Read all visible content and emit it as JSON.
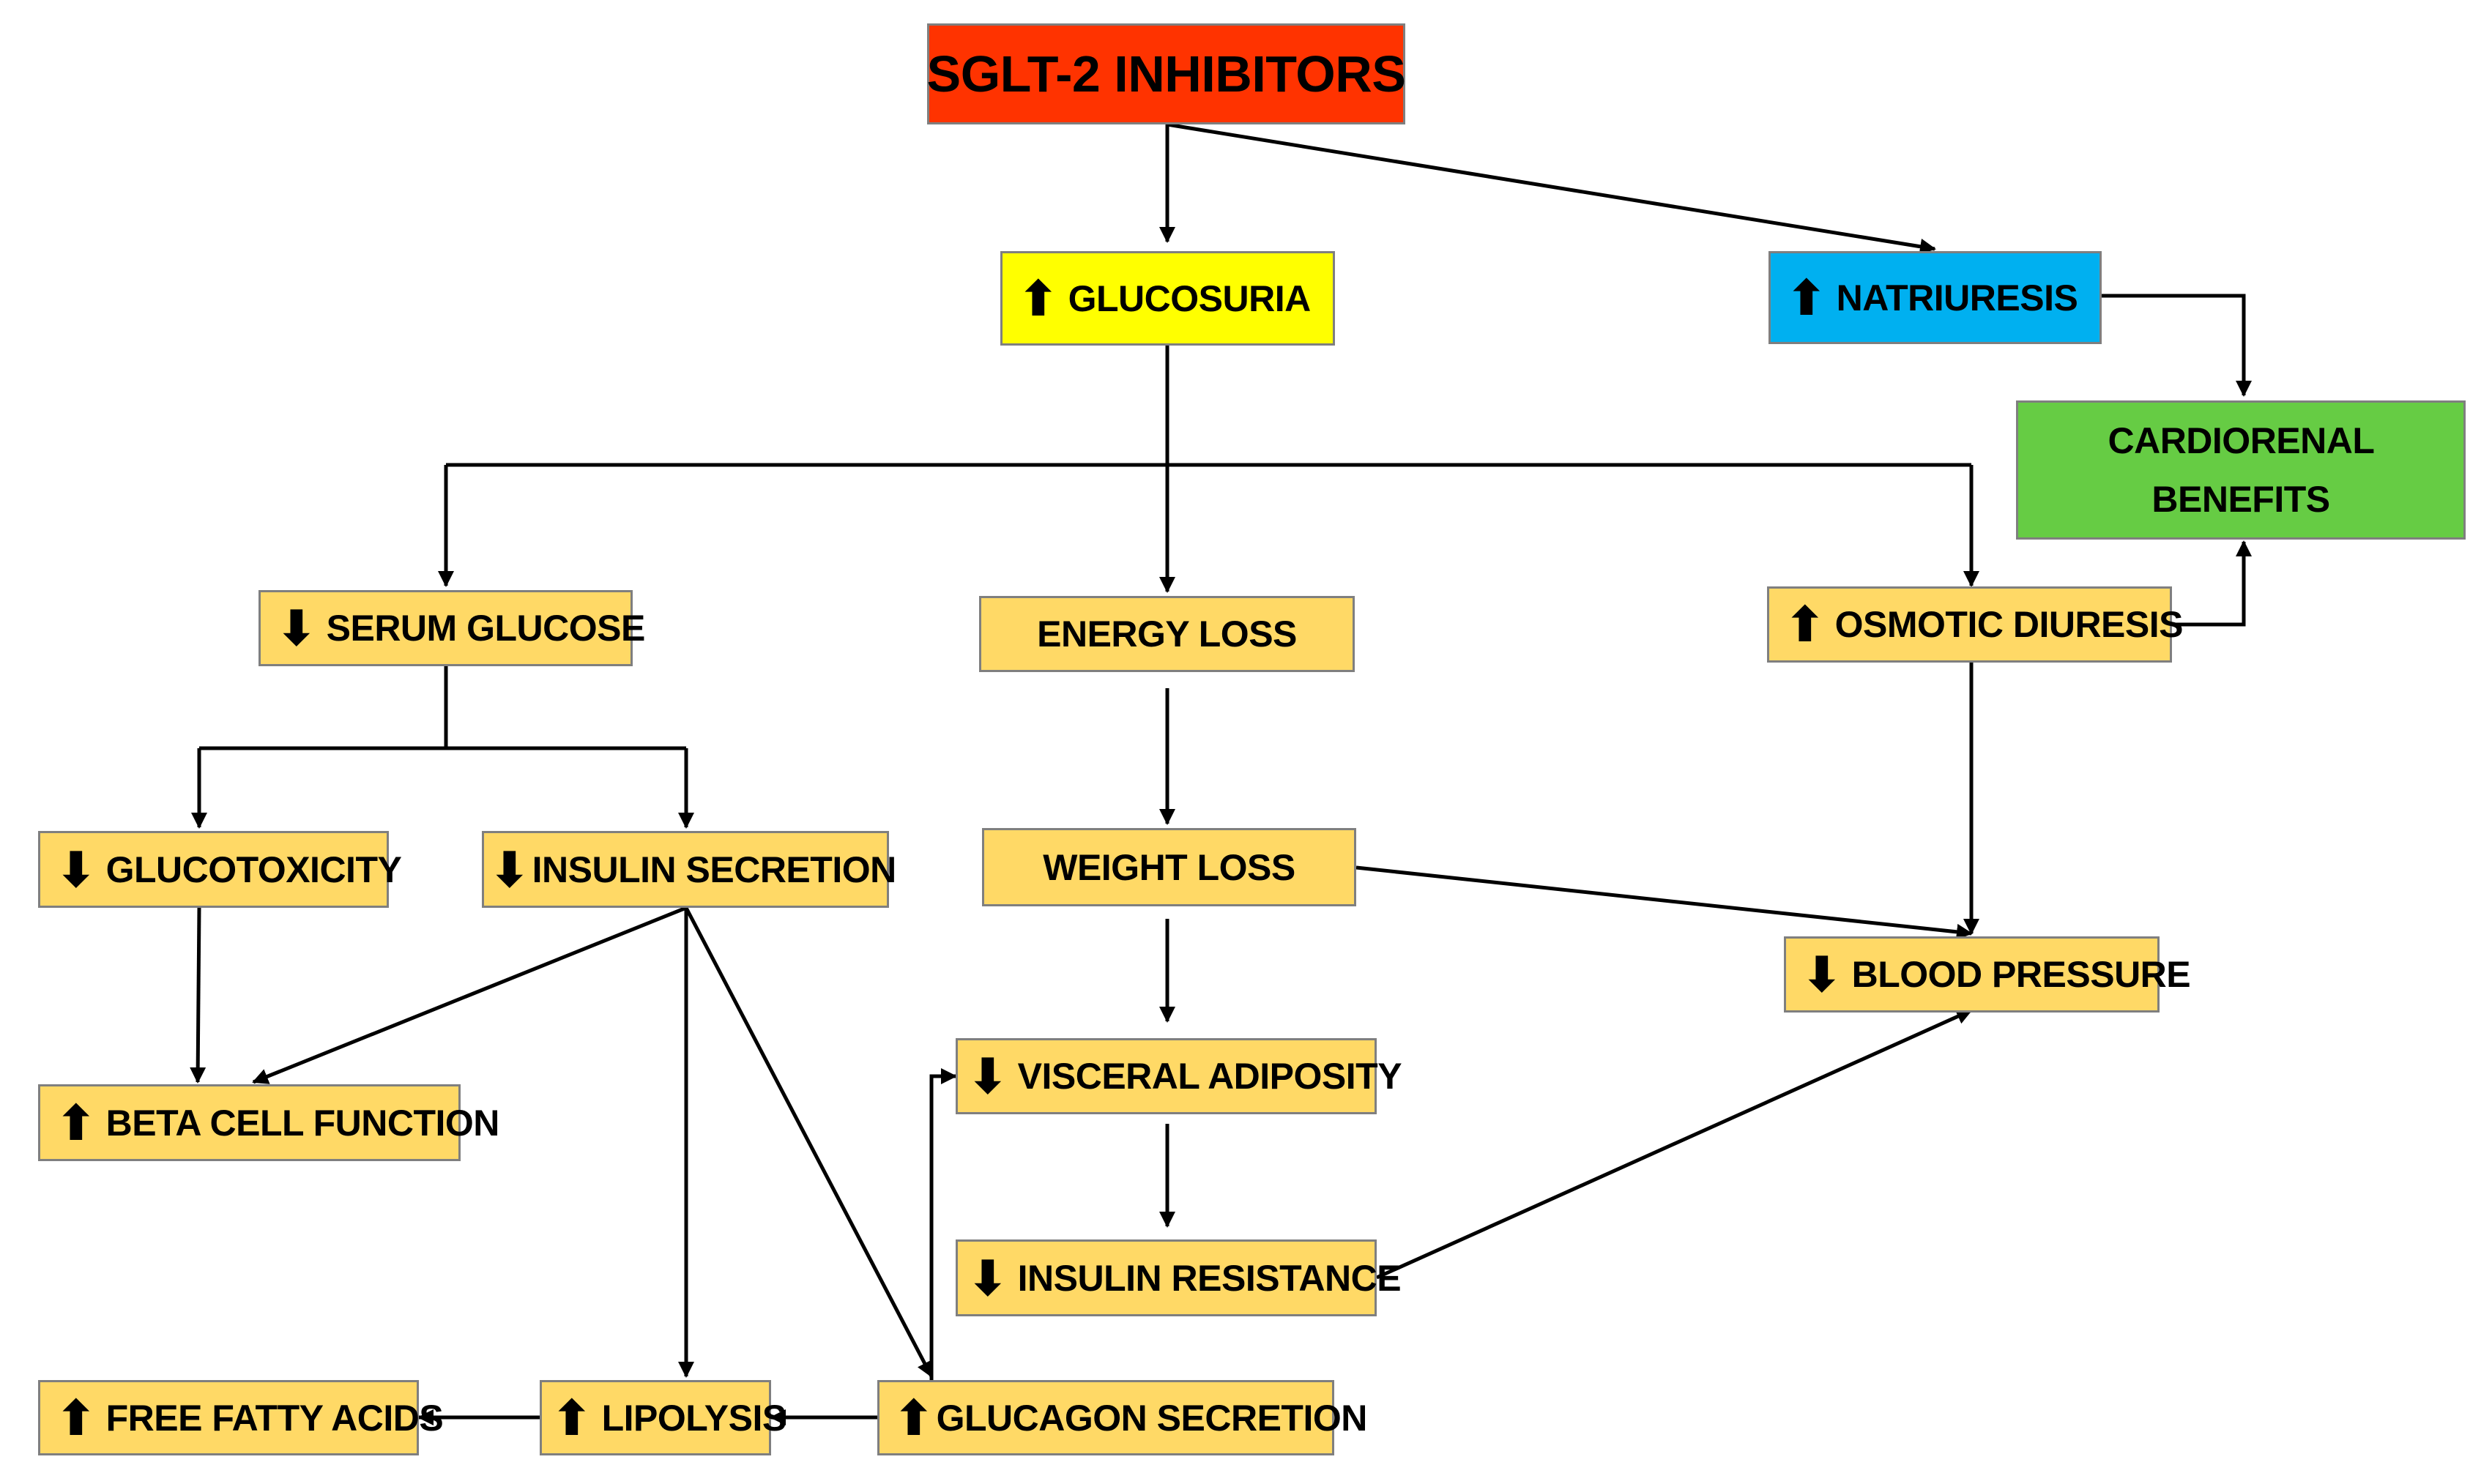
{
  "nodes": {
    "sglt2": {
      "label": "SGLT-2 INHIBITORS",
      "color": "#ff3300"
    },
    "glucosuria": {
      "label": "GLUCOSURIA",
      "arrow": "⬆",
      "color": "#ffff00"
    },
    "natriuresis": {
      "label": "NATRIURESIS",
      "arrow": "⬆",
      "color": "#00b0f0"
    },
    "cardiorenal": {
      "label": "CARDIORENAL BENEFITS",
      "color": "#66cc44"
    },
    "serum_glucose": {
      "label": "SERUM GLUCOSE",
      "arrow": "⬇",
      "color": "#ffd966"
    },
    "energy_loss": {
      "label": "ENERGY LOSS",
      "color": "#ffd966"
    },
    "osmotic_diuresis": {
      "label": "OSMOTIC DIURESIS",
      "arrow": "⬆",
      "color": "#ffd966"
    },
    "glucotoxicity": {
      "label": "GLUCOTOXICITY",
      "arrow": "⬇",
      "color": "#ffd966"
    },
    "insulin_secretion": {
      "label": "INSULIN SECRETION",
      "arrow": "⬇",
      "color": "#ffd966"
    },
    "weight_loss": {
      "label": "WEIGHT LOSS",
      "color": "#ffd966"
    },
    "blood_pressure": {
      "label": "BLOOD PRESSURE",
      "arrow": "⬇",
      "color": "#ffd966"
    },
    "beta_cell": {
      "label": "BETA CELL FUNCTION",
      "arrow": "⬆",
      "color": "#ffd966"
    },
    "visceral_adiposity": {
      "label": "VISCERAL ADIPOSITY",
      "arrow": "⬇",
      "color": "#ffd966"
    },
    "insulin_resistance": {
      "label": "INSULIN RESISTANCE",
      "arrow": "⬇",
      "color": "#ffd966"
    },
    "free_fatty_acids": {
      "label": "FREE FATTY ACIDS",
      "arrow": "⬆",
      "color": "#ffd966"
    },
    "lipolysis": {
      "label": "LIPOLYSIS",
      "arrow": "⬆",
      "color": "#ffd966"
    },
    "glucagon_secretion": {
      "label": "GLUCAGON SECRETION",
      "arrow": "⬆",
      "color": "#ffd966"
    }
  }
}
